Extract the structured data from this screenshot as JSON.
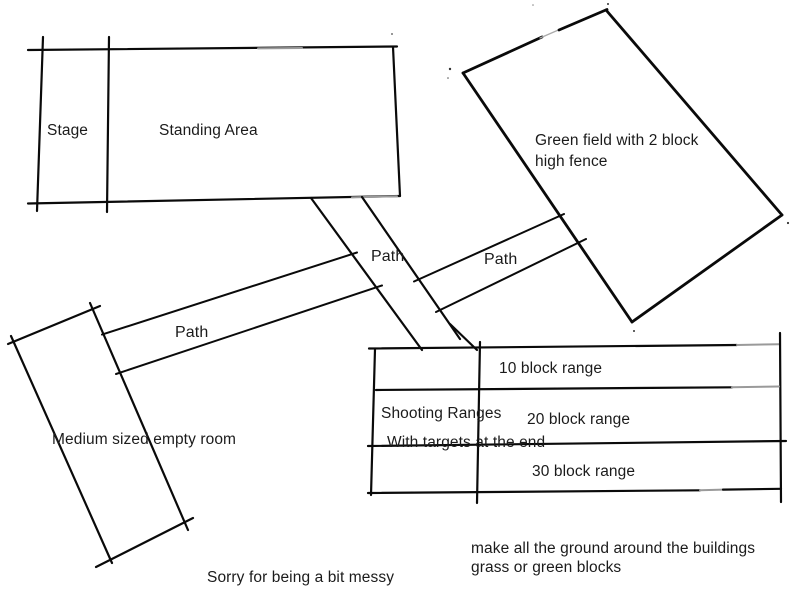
{
  "canvas": {
    "background": "#ffffff",
    "ink_color": "#0a0a0a",
    "faded_ink_color": "#9a9a9a",
    "text_color": "#1b1b1b"
  },
  "areas": {
    "stage": {
      "label": "Stage"
    },
    "standing_area": {
      "label": "Standing Area"
    },
    "green_field": {
      "label_line1": "Green field with 2 block",
      "label_line2": "high fence"
    },
    "medium_room": {
      "label": "Medium sized empty room"
    },
    "shooting_ranges": {
      "title_line1": "Shooting Ranges",
      "title_line2": "With targets at the end",
      "ranges": [
        {
          "label": "10 block range"
        },
        {
          "label": "20 block range"
        },
        {
          "label": "30 block range"
        }
      ]
    }
  },
  "paths": {
    "main": {
      "label": "Path"
    },
    "to_green_field": {
      "label": "Path"
    },
    "to_medium_room": {
      "label": "Path"
    }
  },
  "notes": {
    "ground_line1": "make all the ground around the buildings",
    "ground_line2": "grass or green blocks",
    "sorry": "Sorry for being a bit messy"
  }
}
